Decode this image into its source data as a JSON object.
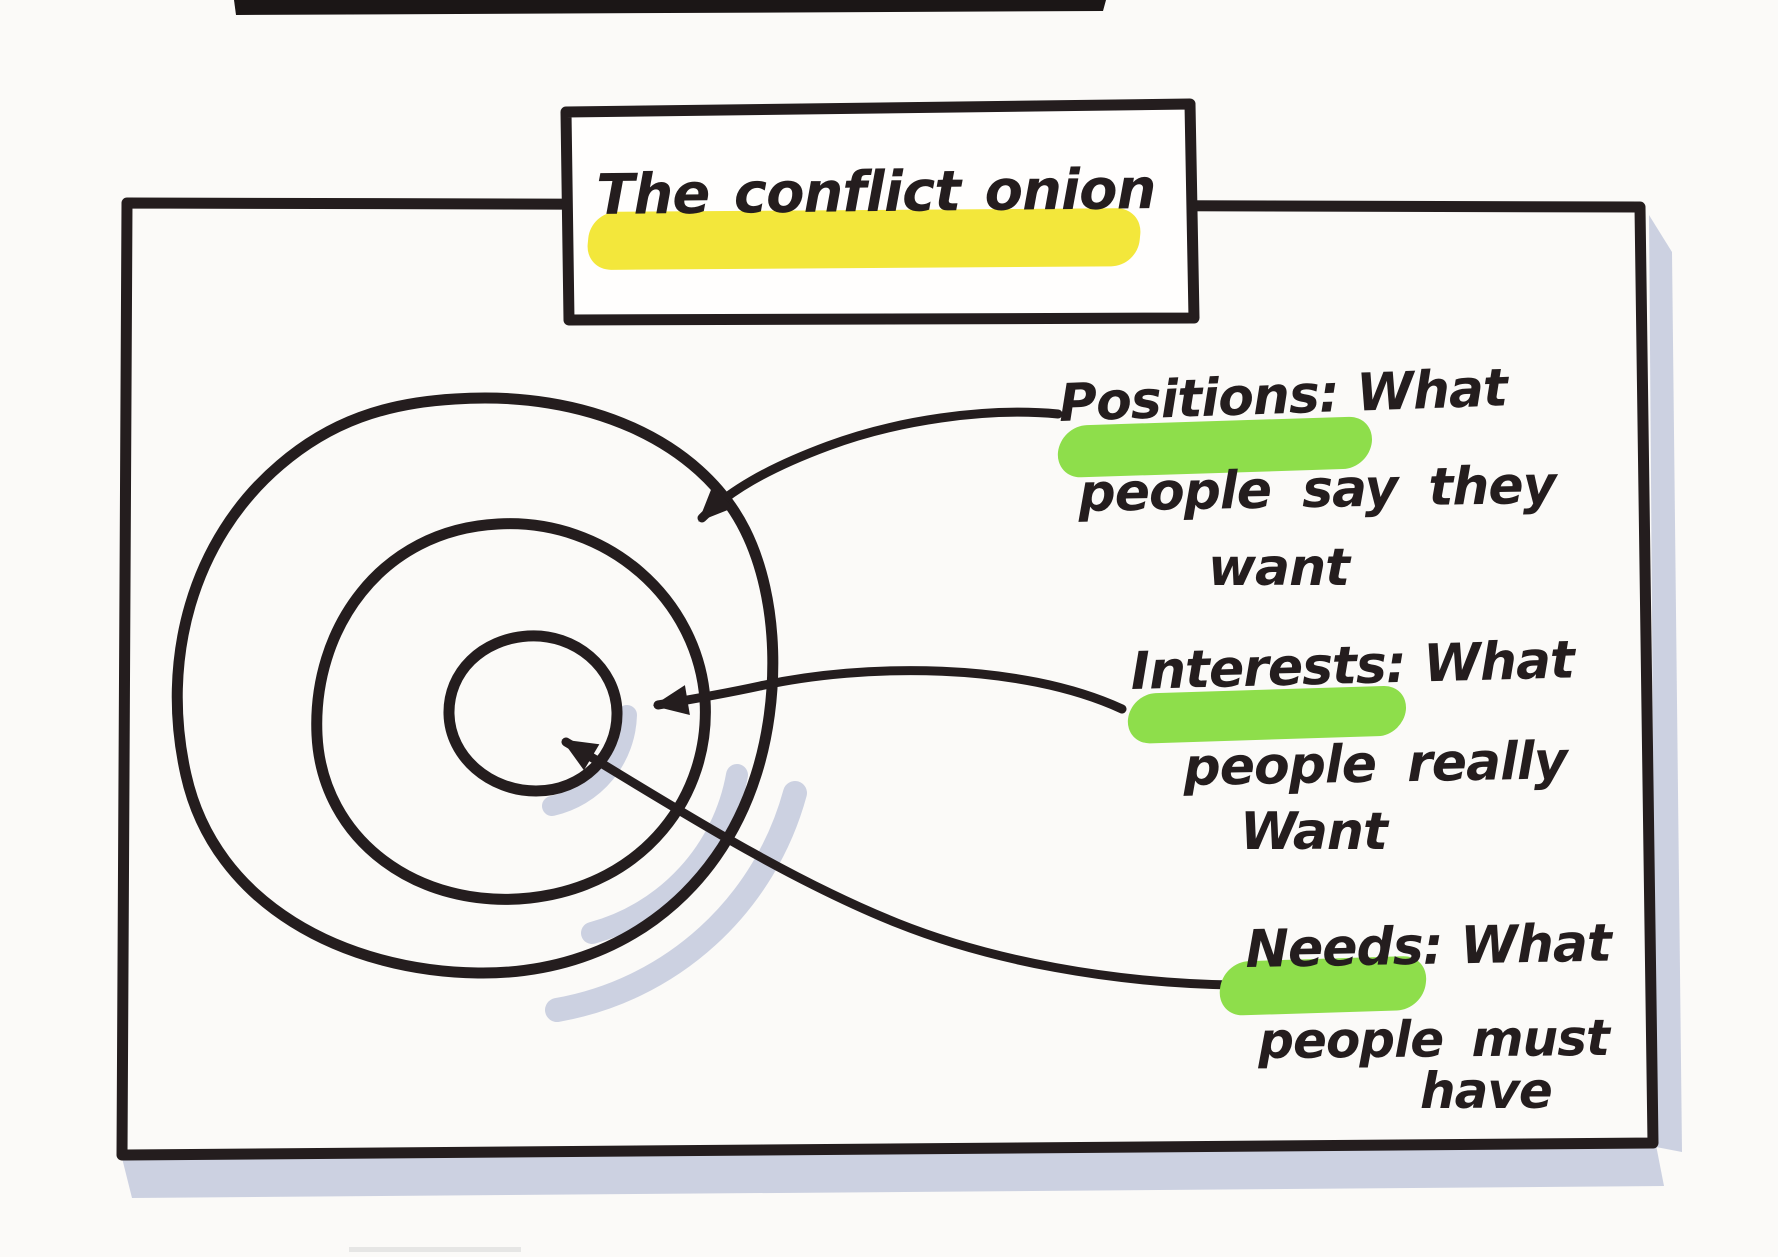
{
  "title": {
    "text": "The conflict onion",
    "highlight_color": "#f3e73b"
  },
  "labels": {
    "positions": {
      "term": "Positions:",
      "definition_line1": "What",
      "definition_line2": "people say they",
      "definition_line3": "want",
      "highlight_color": "#8ede4b",
      "points_to": "outer ring"
    },
    "interests": {
      "term": "Interests:",
      "definition_line1": "What",
      "definition_line2": "people really",
      "definition_line3": "Want",
      "highlight_color": "#8ede4b",
      "points_to": "middle ring"
    },
    "needs": {
      "term": "Needs:",
      "definition_line1": "What",
      "definition_line2": "people must",
      "definition_line3": "have",
      "highlight_color": "#8ede4b",
      "points_to": "inner circle"
    }
  },
  "onion": {
    "rings": [
      "outer",
      "middle",
      "inner"
    ]
  },
  "colors": {
    "ink": "#241d1e",
    "paper": "#fbfaf8",
    "yellow_highlight": "#f3e73b",
    "green_highlight": "#8ede4b",
    "scan_shadow": "#ccd1e1"
  }
}
